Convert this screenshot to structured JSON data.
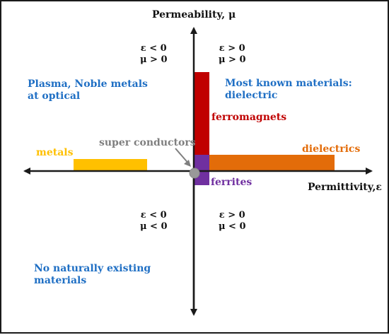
{
  "axes": {
    "y_label": "Permeability, μ",
    "x_label": "Permittivity,ε"
  },
  "quadrants": {
    "top_left": {
      "line1": "ε < 0",
      "line2": "μ > 0"
    },
    "top_right": {
      "line1": "ε > 0",
      "line2": "μ > 0"
    },
    "bottom_left": {
      "line1": "ε < 0",
      "line2": "μ < 0"
    },
    "bottom_right": {
      "line1": "ε > 0",
      "line2": "μ < 0"
    }
  },
  "descriptions": {
    "plasma_line1": "Plasma, Noble metals",
    "plasma_line2": "at optical",
    "known_line1": "Most known materials:",
    "known_line2": "dielectric",
    "none_line1": "No naturally existing",
    "none_line2": "materials"
  },
  "materials": {
    "ferromagnets": "ferromagnets",
    "super_conductors": "super conductors",
    "metals": "metals",
    "dielectrics": "dielectrics",
    "ferrites": "ferrites"
  },
  "colors": {
    "ferromagnets": "#c00000",
    "metals": "#ffc000",
    "dielectrics": "#e36c09",
    "ferrites": "#7030a0",
    "super_conductor_dot": "#999999",
    "description_text": "#1f6fc4",
    "axis": "#1a1a1a"
  }
}
